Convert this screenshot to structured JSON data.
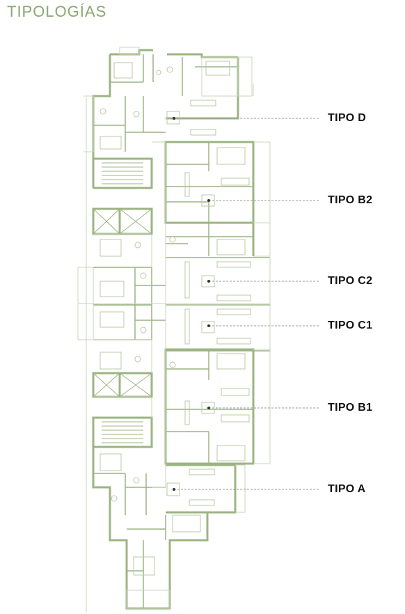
{
  "title": "TIPOLOGÍAS",
  "colors": {
    "wall": "#9cb483",
    "wall_light": "#c9d6b8",
    "title": "#8aa870",
    "leader": "#9a9a9a",
    "dot": "#333333",
    "label": "#111111"
  },
  "typologies": [
    {
      "label": "TIPO D"
    },
    {
      "label": "TIPO B2"
    },
    {
      "label": "TIPO C2"
    },
    {
      "label": "TIPO C1"
    },
    {
      "label": "TIPO B1"
    },
    {
      "label": "TIPO A"
    }
  ]
}
